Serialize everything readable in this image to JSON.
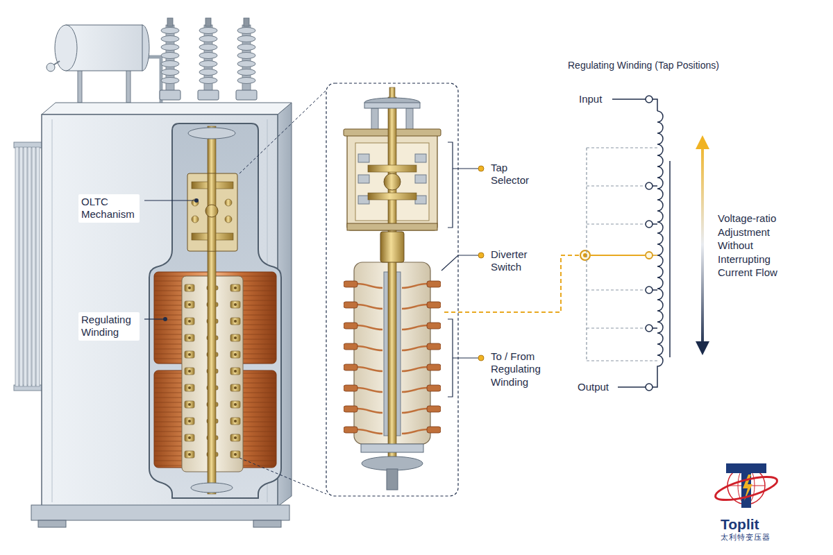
{
  "diagram": {
    "nodes": [
      {
        "text": [
          "Toplit",
          "太利特变压器"
        ]
      }
    ],
    "labels": [
      "OLTC Mechanism",
      "Regulating Winding",
      "Tap Selector",
      "Diverter Switch",
      "To / From Regulating Winding",
      "Regulating Winding (Tap Positions)",
      "Input",
      "Output",
      "Voltage-ratio Adjustment Without Interrupting Current Flow"
    ]
  }
}
